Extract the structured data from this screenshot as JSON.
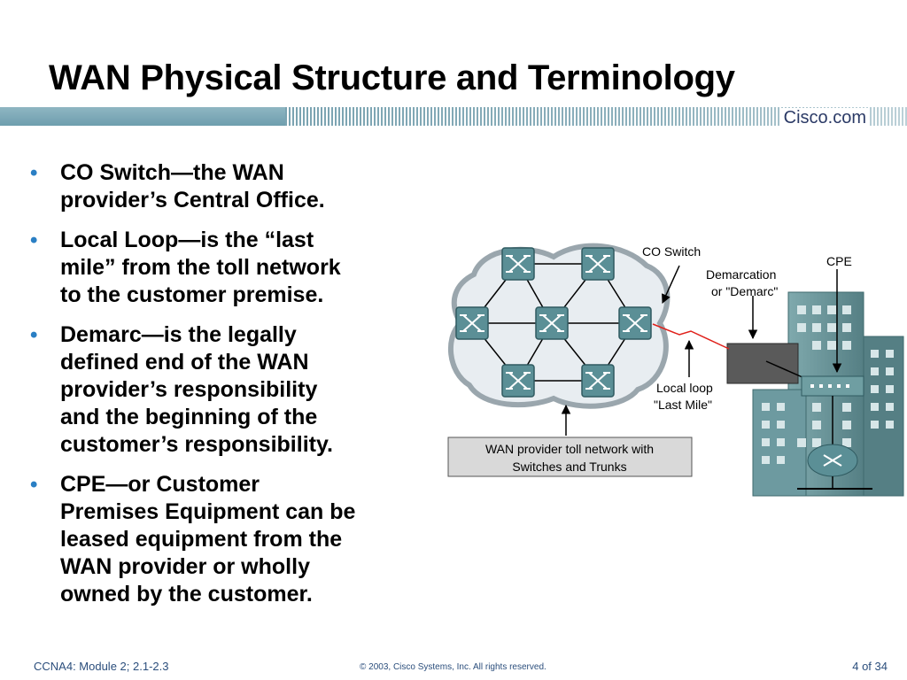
{
  "slide": {
    "title": "WAN Physical Structure and Terminology",
    "brand": "Cisco.com",
    "bullets": [
      [
        "CO Switch—the WAN",
        "provider’s Central Office."
      ],
      [
        "Local Loop—is the “last",
        "mile” from the toll network",
        "to the customer premise."
      ],
      [
        "Demarc—is the legally",
        "defined end of the WAN",
        "provider’s responsibility",
        "and the beginning of the",
        "customer’s responsibility."
      ],
      [
        "CPE—or Customer",
        "Premises Equipment can be",
        "leased equipment from the",
        "WAN provider or wholly",
        "owned by the customer."
      ]
    ]
  },
  "diagram": {
    "labels": {
      "co_switch": "CO Switch",
      "demarcation_1": "Demarcation",
      "demarcation_2": "or \"Demarc\"",
      "cpe": "CPE",
      "local_loop_1": "Local loop",
      "local_loop_2": "\"Last Mile\"",
      "toll_1": "WAN provider toll network with",
      "toll_2": "Switches and Trunks"
    },
    "colors": {
      "switch": "#5b8f96",
      "cloud": "#e9eef2",
      "building": "#6f9ea2",
      "demarc_box": "#5a5a5a",
      "local_loop_line": "#e0201a"
    }
  },
  "footer": {
    "left": "CCNA4: Module 2; 2.1-2.3",
    "center": "© 2003, Cisco Systems, Inc. All rights reserved.",
    "right": "4 of 34"
  }
}
